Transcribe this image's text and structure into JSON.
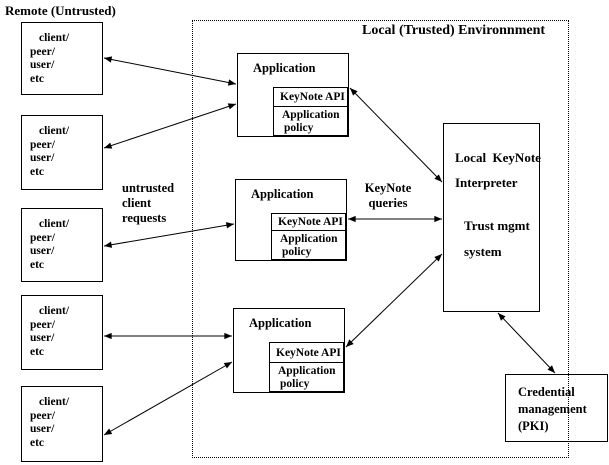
{
  "page": {
    "remote_title": "Remote (Untrusted)",
    "local_title": "Local (Trusted) Environnment"
  },
  "client_boxes": [
    {
      "lines": [
        "client/",
        "peer/",
        "user/",
        "etc"
      ]
    },
    {
      "lines": [
        "client/",
        "peer/",
        "user/",
        "etc"
      ]
    },
    {
      "lines": [
        "client/",
        "peer/",
        "user/",
        "etc"
      ]
    },
    {
      "lines": [
        "client/",
        "peer/",
        "user/",
        "etc"
      ]
    },
    {
      "lines": [
        "client/",
        "peer/",
        "user/",
        "etc"
      ]
    }
  ],
  "applications": [
    {
      "title": "Application",
      "api_label": "KeyNote API",
      "policy_lines": [
        "Application",
        "policy"
      ]
    },
    {
      "title": "Application",
      "api_label": "KeyNote API",
      "policy_lines": [
        "Application",
        "policy"
      ]
    },
    {
      "title": "Application",
      "api_label": "KeyNote API",
      "policy_lines": [
        "Application",
        "policy"
      ]
    }
  ],
  "labels": {
    "untrusted_requests_lines": [
      "untrusted",
      "client",
      "requests"
    ],
    "keynote_queries_lines": [
      "KeyNote",
      "queries"
    ]
  },
  "interpreter": {
    "line1": "Local  KeyNote",
    "line2": "Interpreter",
    "line3": "Trust mgmt",
    "line4": "system"
  },
  "credential": {
    "lines": [
      "Credential",
      "management",
      "(PKI)"
    ]
  },
  "edges": [
    {
      "from": "client-1",
      "to": "application-1",
      "bidirectional": true
    },
    {
      "from": "client-2",
      "to": "application-1",
      "bidirectional": true
    },
    {
      "from": "client-3",
      "to": "application-2",
      "bidirectional": true
    },
    {
      "from": "client-4",
      "to": "application-3",
      "bidirectional": true
    },
    {
      "from": "client-5",
      "to": "application-3",
      "bidirectional": true
    },
    {
      "from": "application-1-keynote-api",
      "to": "keynote-interpreter",
      "bidirectional": true
    },
    {
      "from": "application-2-keynote-api",
      "to": "keynote-interpreter",
      "bidirectional": true
    },
    {
      "from": "application-3-keynote-api",
      "to": "keynote-interpreter",
      "bidirectional": true
    },
    {
      "from": "keynote-interpreter",
      "to": "credential-management",
      "bidirectional": true
    }
  ],
  "colors": {
    "background": "#ffffff",
    "line": "#000000",
    "text": "#000000"
  }
}
